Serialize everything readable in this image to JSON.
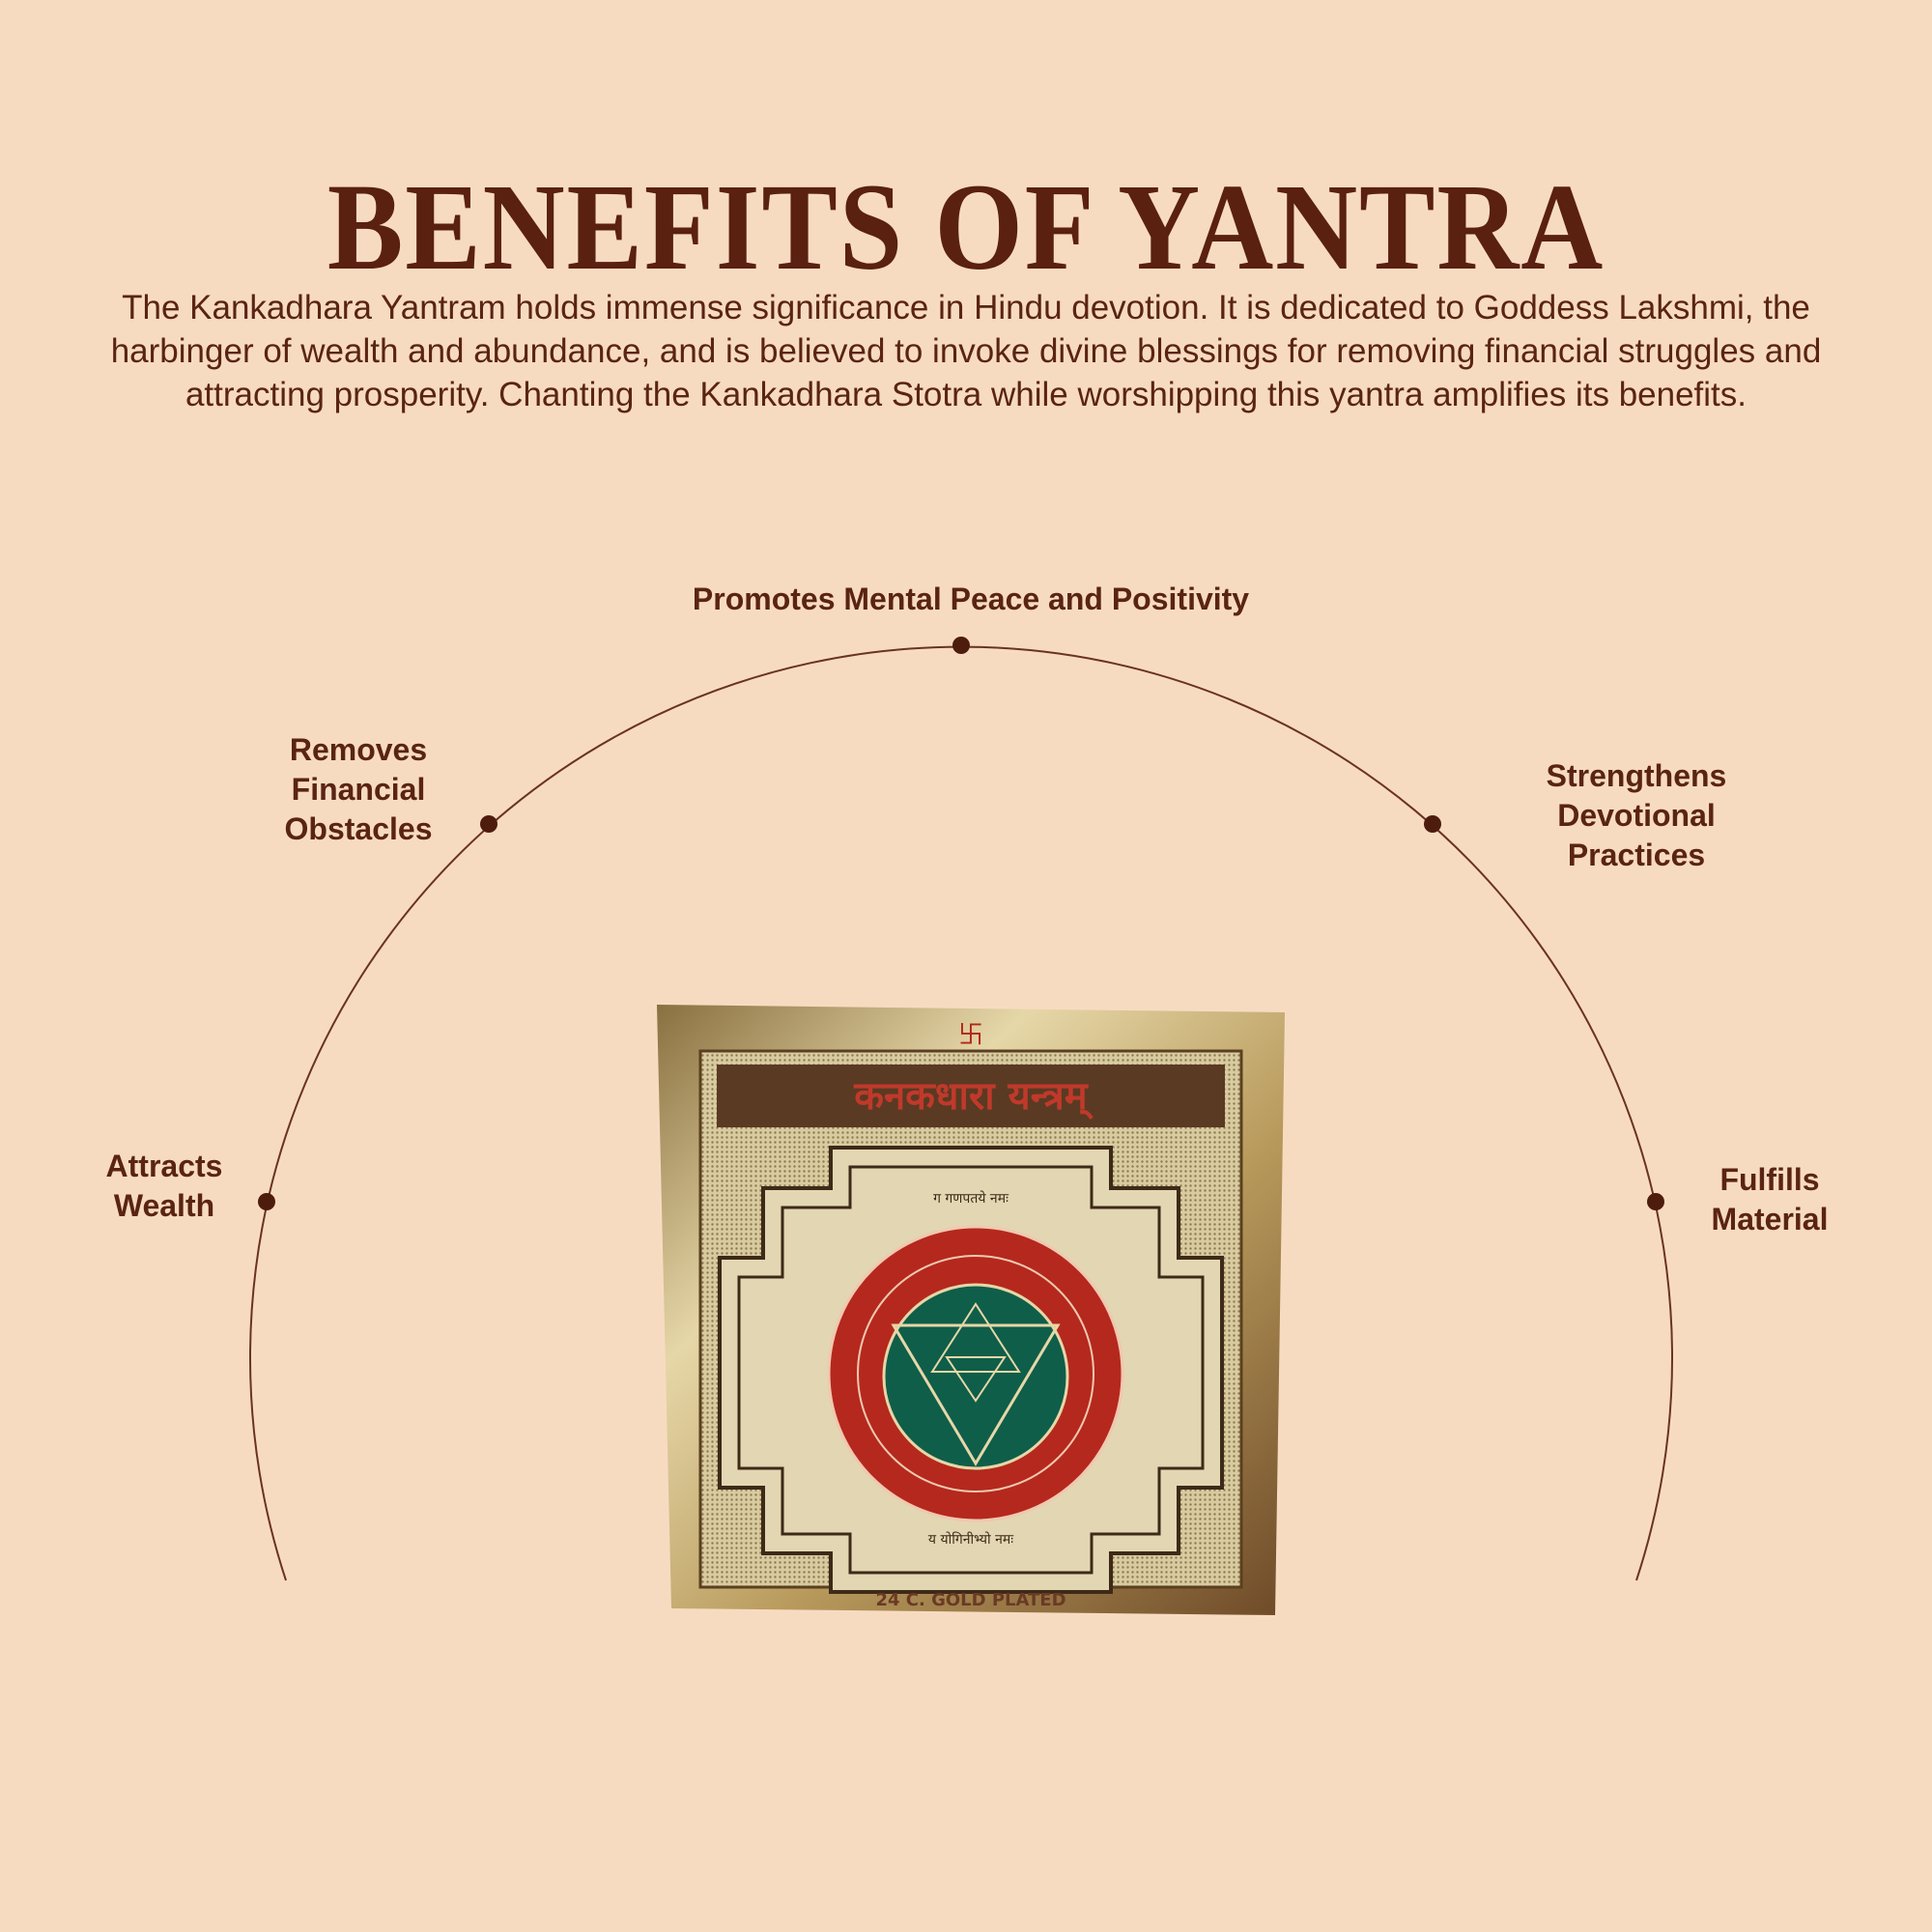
{
  "header": {
    "title": "BENEFITS OF YANTRA",
    "description": "The Kankadhara Yantram holds immense significance in Hindu devotion. It is dedicated to Goddess Lakshmi, the harbinger of wealth and abundance, and is believed to invoke divine blessings for removing financial struggles and attracting prosperity. Chanting the Kankadhara Stotra while worshipping this yantra amplifies its benefits."
  },
  "benefits": [
    {
      "label": "Attracts\nWealth"
    },
    {
      "label": "Removes\nFinancial\nObstacles"
    },
    {
      "label": "Promotes Mental Peace and Positivity"
    },
    {
      "label": "Strengthens\nDevotional Practices"
    },
    {
      "label": "Fulfills\nMaterial"
    }
  ],
  "yantra": {
    "heading": "कनकधारा यन्त्रम्",
    "top_mantra": "ग गणपतये नमः",
    "bottom_mantra": "य योगिनीभ्यो नमः",
    "footer": "24 C. GOLD PLATED"
  },
  "colors": {
    "background": "#f7dbc1",
    "text": "#5a2412",
    "accent_red": "#b3261c",
    "accent_green": "#0f5e49",
    "gold": "#c9ad72"
  }
}
